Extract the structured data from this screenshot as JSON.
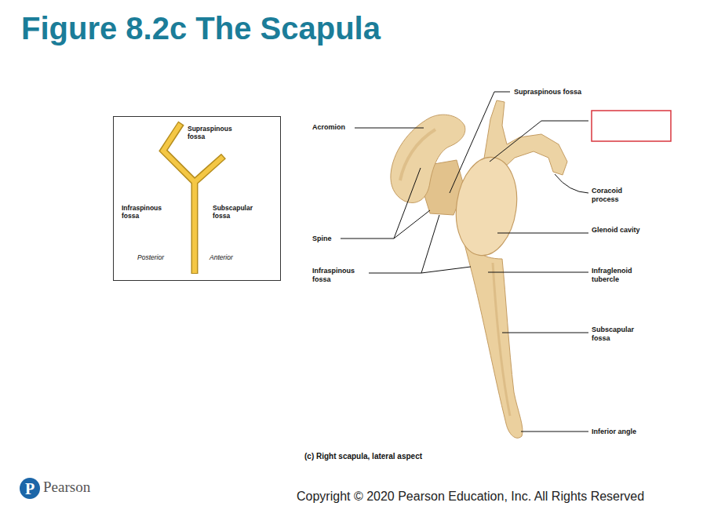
{
  "diagram": {
    "title": "Figure 8.2c The Scapula",
    "caption": "(c) Right scapula, lateral aspect",
    "nodes": [
      {
        "text": [
          "Supraspinous fossa",
          "Infraspinous fossa",
          "Subscapular fossa",
          "Posterior",
          "Anterior"
        ]
      },
      {
        "text": [
          "P"
        ]
      }
    ],
    "edges": [],
    "labels": [
      "Supraspinous fossa",
      "Acromion",
      "Coracoid process",
      "Glenoid cavity",
      "Spine",
      "Infraspinous fossa",
      "Infraglenoid tubercle",
      "Subscapular fossa",
      "Inferior angle",
      "Pearson",
      "Copyright © 2020 Pearson Education, Inc. All Rights Reserved"
    ]
  }
}
